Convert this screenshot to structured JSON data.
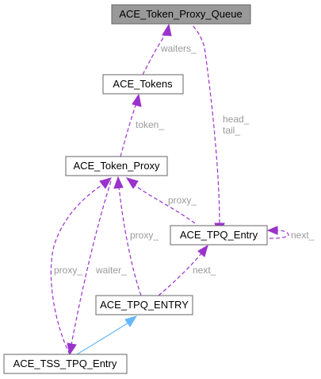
{
  "colors": {
    "highlight_fill": "#999999",
    "node_fill": "#ffffff",
    "node_border": "#666666",
    "usage_edge": "#9a32cd",
    "inheritance_edge": "#63b8ff",
    "edge_label": "#9a9a9a"
  },
  "nodes": {
    "queue": "ACE_Token_Proxy_Queue",
    "tokens": "ACE_Tokens",
    "proxy": "ACE_Token_Proxy",
    "tpq_entry": "ACE_TPQ_Entry",
    "tpq_entry_upper": "ACE_TPQ_ENTRY",
    "tss_tpq_entry": "ACE_TSS_TPQ_Entry"
  },
  "edge_labels": {
    "waiters": "waiters_",
    "token": "token_",
    "head": "head_",
    "tail": "tail_",
    "proxy_entry": "proxy_",
    "next_self": "next_",
    "proxy_upper": "proxy_",
    "proxy_tss": "proxy_",
    "waiter_tss": "waiter_",
    "next_upper": "next_"
  }
}
